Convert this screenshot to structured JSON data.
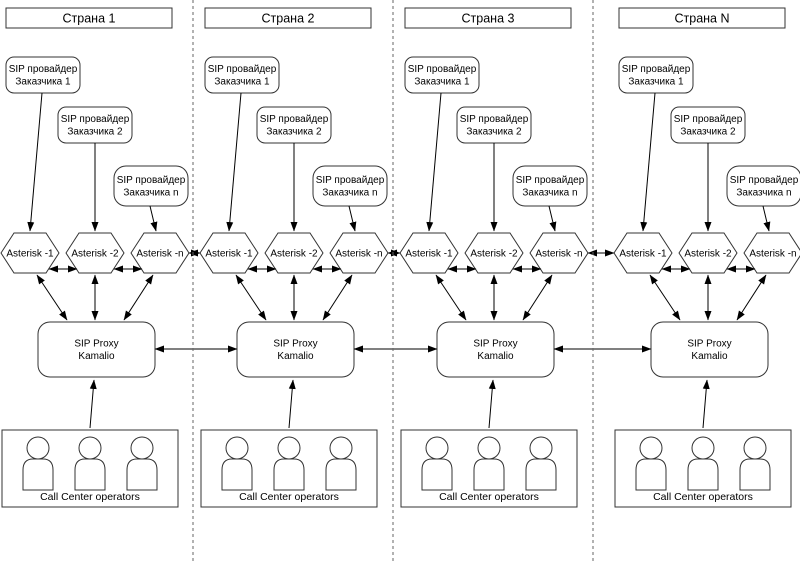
{
  "diagram": {
    "type": "network-architecture",
    "columns": [
      {
        "title": "Страна 1",
        "providers": [
          {
            "line1": "SIP провайдер",
            "line2": "Заказчика 1"
          },
          {
            "line1": "SIP провайдер",
            "line2": "Заказчика 2"
          },
          {
            "line1": "SIP провайдер",
            "line2": "Заказчика n"
          }
        ],
        "asterisks": [
          "Asterisk -1",
          "Asterisk -2",
          "Asterisk -n"
        ],
        "proxy": {
          "line1": "SIP Proxy",
          "line2": "Kamalio"
        },
        "call_center_label": "Call Center operators",
        "operators_count": 3
      },
      {
        "title": "Страна 2",
        "providers": [
          {
            "line1": "SIP провайдер",
            "line2": "Заказчика 1"
          },
          {
            "line1": "SIP провайдер",
            "line2": "Заказчика 2"
          },
          {
            "line1": "SIP провайдер",
            "line2": "Заказчика n"
          }
        ],
        "asterisks": [
          "Asterisk -1",
          "Asterisk -2",
          "Asterisk -n"
        ],
        "proxy": {
          "line1": "SIP Proxy",
          "line2": "Kamalio"
        },
        "call_center_label": "Call Center operators",
        "operators_count": 3
      },
      {
        "title": "Страна 3",
        "providers": [
          {
            "line1": "SIP провайдер",
            "line2": "Заказчика 1"
          },
          {
            "line1": "SIP провайдер",
            "line2": "Заказчика 2"
          },
          {
            "line1": "SIP провайдер",
            "line2": "Заказчика n"
          }
        ],
        "asterisks": [
          "Asterisk -1",
          "Asterisk -2",
          "Asterisk -n"
        ],
        "proxy": {
          "line1": "SIP Proxy",
          "line2": "Kamalio"
        },
        "call_center_label": "Call Center operators",
        "operators_count": 3
      },
      {
        "title": "Страна N",
        "providers": [
          {
            "line1": "SIP провайдер",
            "line2": "Заказчика 1"
          },
          {
            "line1": "SIP провайдер",
            "line2": "Заказчика 2"
          },
          {
            "line1": "SIP провайдер",
            "line2": "Заказчика n"
          }
        ],
        "asterisks": [
          "Asterisk -1",
          "Asterisk -2",
          "Asterisk -n"
        ],
        "proxy": {
          "line1": "SIP Proxy",
          "line2": "Kamalio"
        },
        "call_center_label": "Call Center operators",
        "operators_count": 3
      }
    ],
    "colors": {
      "box_stroke": "#333333",
      "arrow": "#000000",
      "separator": "#666666",
      "text": "#000000",
      "background": "#ffffff"
    }
  }
}
